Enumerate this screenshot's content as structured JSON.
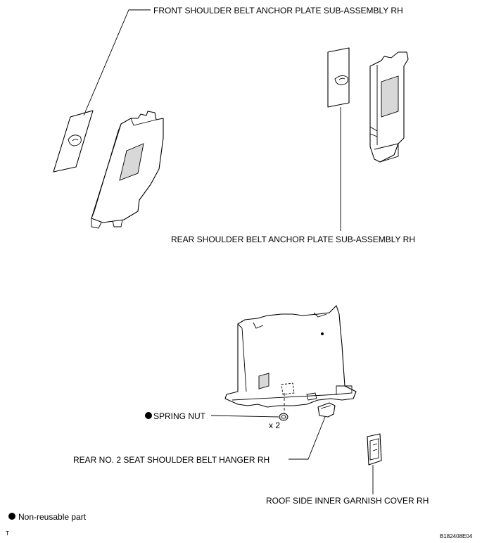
{
  "labels": {
    "front_anchor_plate": "FRONT SHOULDER BELT ANCHOR PLATE SUB-ASSEMBLY RH",
    "rear_anchor_plate": "REAR SHOULDER BELT ANCHOR PLATE SUB-ASSEMBLY RH",
    "spring_nut": "SPRING NUT",
    "quantity": "x 2",
    "belt_hanger": "REAR NO. 2 SEAT SHOULDER BELT HANGER RH",
    "garnish_cover": "ROOF SIDE INNER GARNISH COVER RH"
  },
  "legend": {
    "text": "Non-reusable part"
  },
  "footer": {
    "corner_mark": "T",
    "figure_code": "B182408E04"
  },
  "icons": {
    "non_reusable_marker": "filled-circle-icon"
  }
}
